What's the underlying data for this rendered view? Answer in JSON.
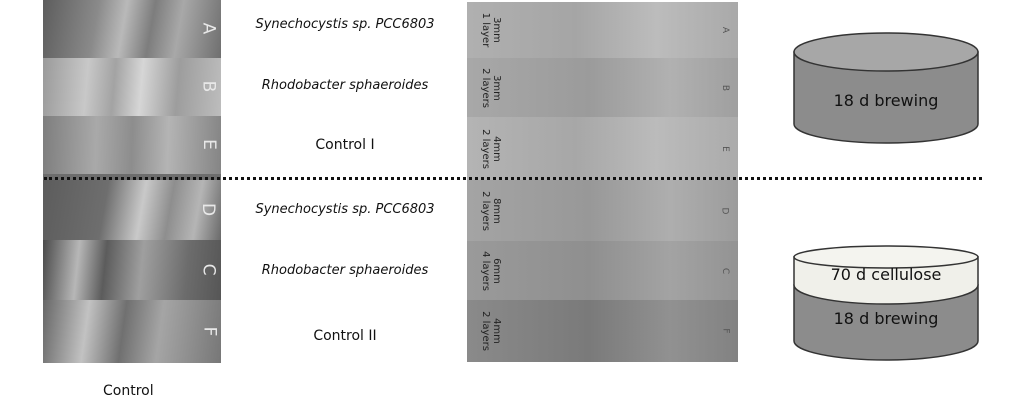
{
  "left_panel": {
    "caption": "Control",
    "letters": [
      "A",
      "B",
      "E",
      "D",
      "C",
      "F"
    ]
  },
  "middle_labels": [
    {
      "text": "Synechocystis sp. PCC6803",
      "italic": true
    },
    {
      "text": "Rhodobacter sphaeroides",
      "italic": true
    },
    {
      "text": "Control I",
      "italic": false
    },
    {
      "text": "Synechocystis sp. PCC6803",
      "italic": true
    },
    {
      "text": "Rhodobacter sphaeroides",
      "italic": true
    },
    {
      "text": "Control II",
      "italic": false
    }
  ],
  "right_panel": {
    "letters": [
      "A",
      "B",
      "E",
      "D",
      "C",
      "F"
    ],
    "measurements": [
      "3mm\n1 layer",
      "3mm\n2 layers",
      "4mm\n2 layers",
      "8mm\n2 layers",
      "6mm\n4 layers",
      "4mm\n2 layers"
    ]
  },
  "containers": {
    "top": {
      "label": "18 d brewing"
    },
    "bottom": {
      "top_label": "70 d cellulose",
      "bottom_label": "18 d brewing"
    }
  },
  "colors": {
    "container_fill": "#8c8c8c",
    "container_top": "#a7a7a7",
    "cellulose_fill": "#f0f0ea",
    "divider": "#111111"
  }
}
